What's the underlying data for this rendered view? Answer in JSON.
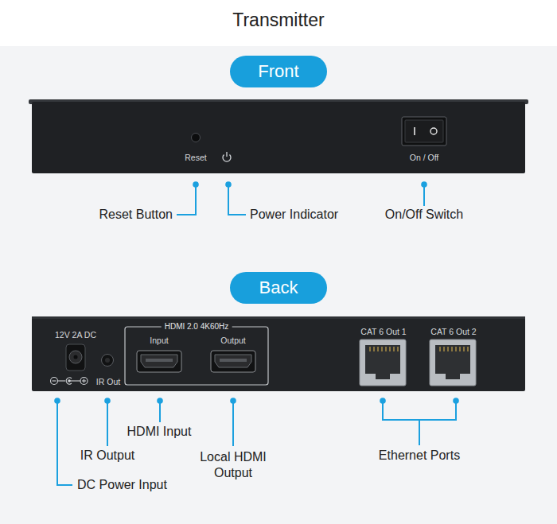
{
  "diagram": {
    "title": "Transmitter",
    "nodes": [
      {
        "text": [
          "Front"
        ]
      },
      {
        "text": [
          "Reset",
          "On / Off"
        ]
      },
      {
        "text": [
          "Back"
        ]
      },
      {
        "text": [
          "12V 2A DC",
          "IR Out",
          "CAT 6 Out 1",
          "CAT 6 Out 2"
        ]
      },
      {
        "text": [
          "HDMI 2.0 4K60Hz",
          "Input",
          "Output"
        ],
        "in": 3
      }
    ],
    "labels": [
      "Reset Button",
      "Power Indicator",
      "On/Off Switch",
      "HDMI Input",
      "IR Output",
      "Local HDMI Output",
      "Ethernet Ports",
      "DC Power Input"
    ]
  }
}
